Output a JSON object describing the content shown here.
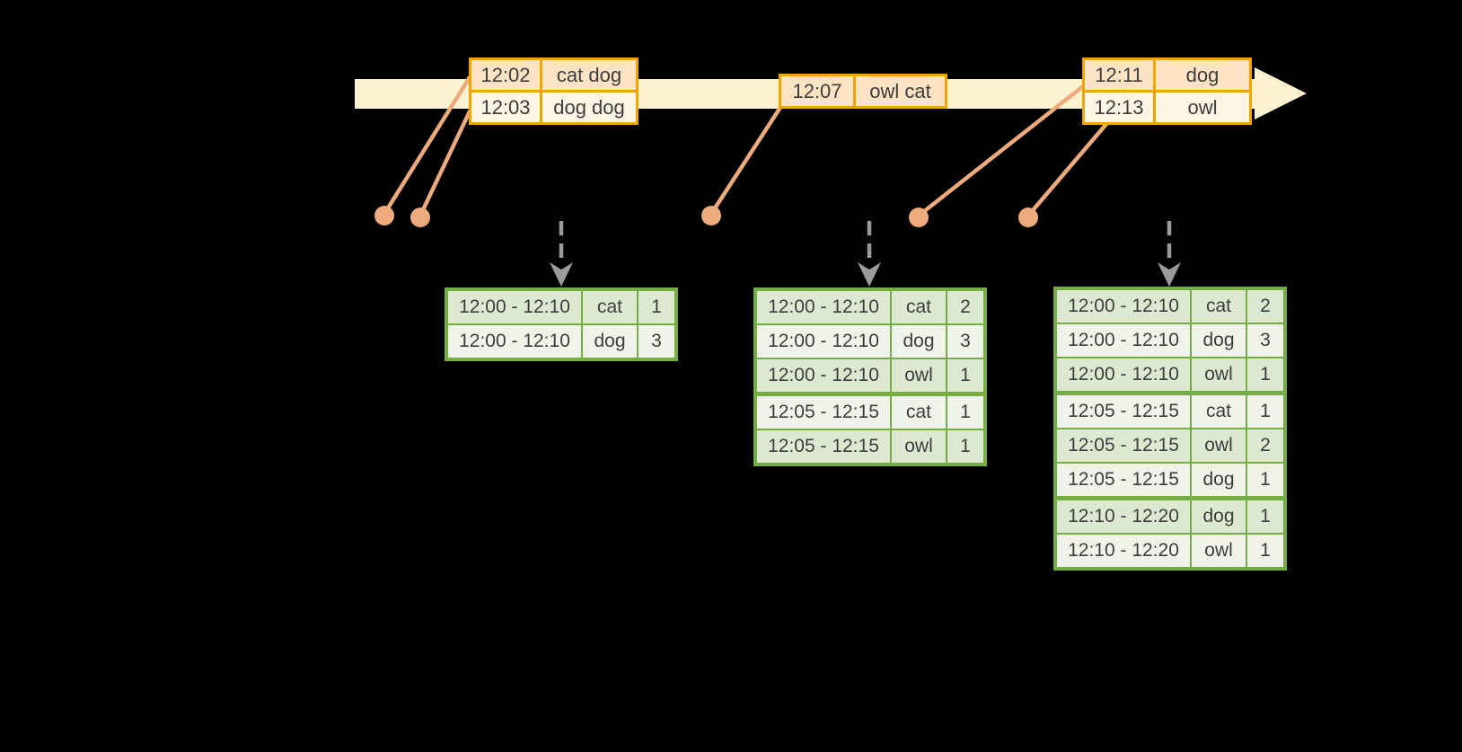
{
  "palette": {
    "bg": "#000000",
    "band": "#fbf2cf",
    "amber": "#f0a500",
    "peach": "#fbe3c3",
    "cream": "#fdf4e3",
    "salmon": "#edaa7c",
    "gray": "#9b9b9b",
    "green": "#73ad44",
    "tint": "#dde8d1",
    "lite": "#eff3e9",
    "text": "#3d3d3d"
  },
  "timeline": {
    "band_color_name": "cream-arrow"
  },
  "input_tables": [
    {
      "name": "input-events-1",
      "rows": [
        [
          "12:02",
          "cat dog"
        ],
        [
          "12:03",
          "dog dog"
        ]
      ]
    },
    {
      "name": "input-events-2",
      "rows": [
        [
          "12:07",
          "owl cat"
        ]
      ]
    },
    {
      "name": "input-events-3",
      "rows": [
        [
          "12:11",
          "dog"
        ],
        [
          "12:13",
          "owl"
        ]
      ]
    }
  ],
  "result_tables": [
    {
      "name": "windowed-counts-1",
      "rows": [
        [
          "12:00 - 12:10",
          "cat",
          "1"
        ],
        [
          "12:00 - 12:10",
          "dog",
          "3"
        ]
      ],
      "group_starts": []
    },
    {
      "name": "windowed-counts-2",
      "rows": [
        [
          "12:00 - 12:10",
          "cat",
          "2"
        ],
        [
          "12:00 - 12:10",
          "dog",
          "3"
        ],
        [
          "12:00 - 12:10",
          "owl",
          "1"
        ],
        [
          "12:05 - 12:15",
          "cat",
          "1"
        ],
        [
          "12:05 - 12:15",
          "owl",
          "1"
        ]
      ],
      "group_starts": [
        3
      ]
    },
    {
      "name": "windowed-counts-3",
      "rows": [
        [
          "12:00 - 12:10",
          "cat",
          "2"
        ],
        [
          "12:00 - 12:10",
          "dog",
          "3"
        ],
        [
          "12:00 - 12:10",
          "owl",
          "1"
        ],
        [
          "12:05 - 12:15",
          "cat",
          "1"
        ],
        [
          "12:05 - 12:15",
          "owl",
          "2"
        ],
        [
          "12:05 - 12:15",
          "dog",
          "1"
        ],
        [
          "12:10 - 12:20",
          "dog",
          "1"
        ],
        [
          "12:10 - 12:20",
          "owl",
          "1"
        ]
      ],
      "group_starts": [
        3,
        6
      ]
    }
  ]
}
